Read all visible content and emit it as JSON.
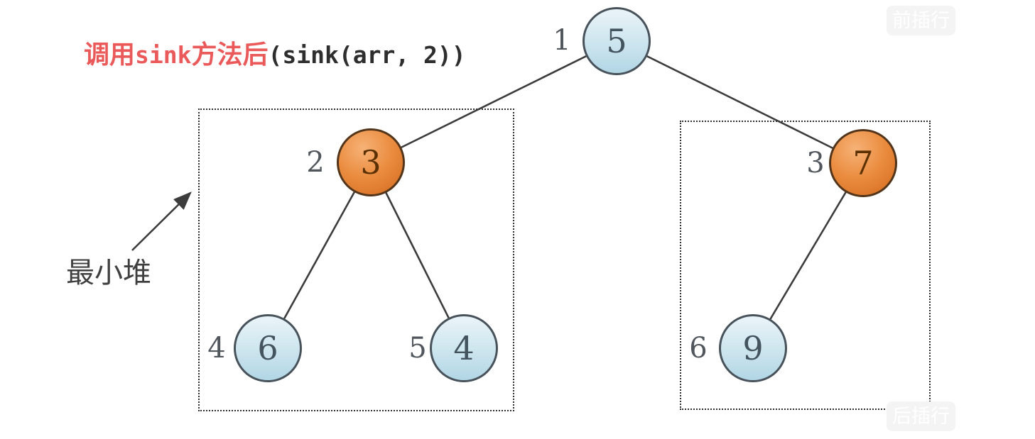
{
  "title": {
    "full_text": "调用sink方法后(sink(arr, 2))",
    "segments": [
      {
        "text": "调用"
      },
      {
        "text": "sink"
      },
      {
        "text": "方法后"
      },
      {
        "text": "(sink(arr, 2))"
      }
    ]
  },
  "annotation": {
    "label": "最小堆"
  },
  "overlay_buttons": {
    "insert_row_before": "前插行",
    "insert_row_after": "后插行"
  },
  "tree": {
    "type": "binary-heap",
    "description": "min-heap after sink(arr,2)",
    "nodes": [
      {
        "index": "1",
        "value": "5",
        "color_role": "normal"
      },
      {
        "index": "2",
        "value": "3",
        "color_role": "highlight"
      },
      {
        "index": "3",
        "value": "7",
        "color_role": "highlight"
      },
      {
        "index": "4",
        "value": "6",
        "color_role": "normal"
      },
      {
        "index": "5",
        "value": "4",
        "color_role": "normal"
      },
      {
        "index": "6",
        "value": "9",
        "color_role": "normal"
      }
    ],
    "edges": [
      [
        "1",
        "2"
      ],
      [
        "1",
        "3"
      ],
      [
        "2",
        "4"
      ],
      [
        "2",
        "5"
      ],
      [
        "3",
        "6"
      ]
    ]
  },
  "colors": {
    "title_red": "#ea5a5a",
    "code_dark": "#2e2e2e",
    "node_blue_top": "#eaf4f8",
    "node_blue_bottom": "#b2d6e5",
    "node_orange_top": "#f7b277",
    "node_orange_bottom": "#d2691e",
    "edge_line": "#3c3c3c",
    "dashed_border": "#2e2e2e",
    "badge_bg": "#f4f4f5",
    "badge_text": "#ffffff"
  }
}
